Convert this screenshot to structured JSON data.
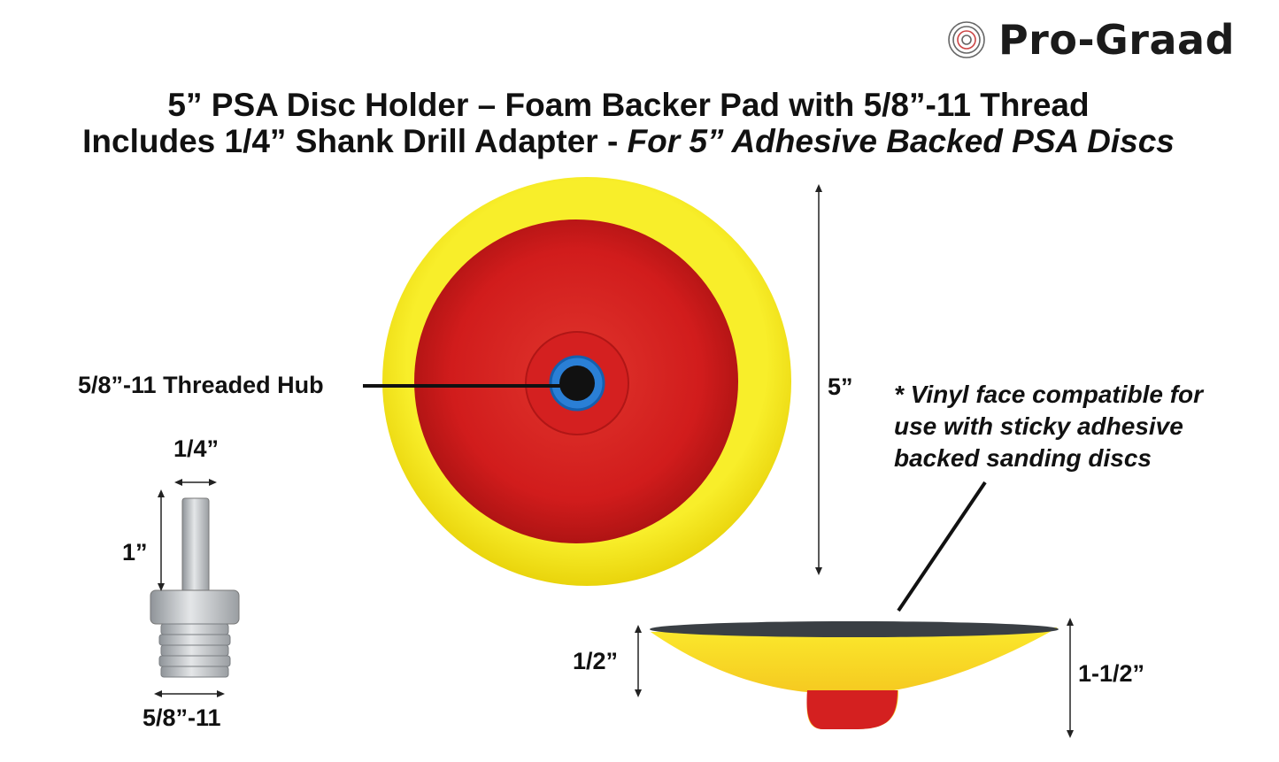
{
  "brand": {
    "name": "Pro-Graad",
    "logo_icon": "concentric-rings-icon"
  },
  "title": {
    "line1": "5” PSA Disc Holder – Foam Backer Pad with 5/8”-11 Thread",
    "line2_regular": "Includes 1/4” Shank Drill Adapter - ",
    "line2_italic": "For 5” Adhesive Backed PSA Discs"
  },
  "labels": {
    "hub": "5/8”-11 Threaded Hub",
    "diameter": "5”",
    "shank_width": "1/4”",
    "shank_length": "1”",
    "adapter_thread": "5/8”-11",
    "pad_edge": "1/2”",
    "pad_height": "1-1/2”"
  },
  "note": {
    "line1": "* Vinyl face compatible for",
    "line2": "use with sticky adhesive",
    "line3": "backed sanding discs"
  },
  "colors": {
    "foam_yellow": "#f7e81a",
    "pad_red": "#d81f1f",
    "hub_blue": "#2a7fd6",
    "vinyl_gray": "#3a3f44",
    "adapter_silver": "#b8bcc0"
  }
}
